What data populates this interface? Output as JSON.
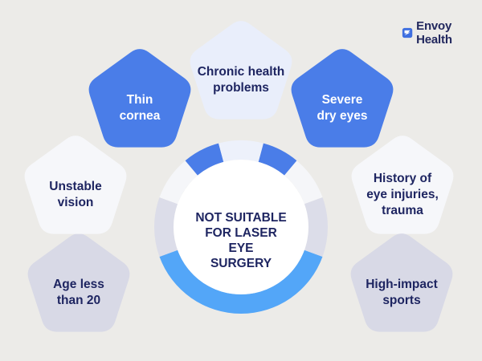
{
  "brand": {
    "name": "Envoy Health",
    "logo_icon": "envoy-health-logo-icon"
  },
  "center": {
    "label": "NOT SUITABLE\nFOR LASER EYE\nSURGERY"
  },
  "factors": [
    {
      "label": "Age less\nthan 20",
      "fill": "#d8d9e6",
      "text_color": "#1e2561"
    },
    {
      "label": "Unstable\nvision",
      "fill": "#f6f7fa",
      "text_color": "#1e2561"
    },
    {
      "label": "Thin\ncornea",
      "fill": "#4a7de8",
      "text_color": "#ffffff"
    },
    {
      "label": "Chronic health\nproblems",
      "fill": "#e9eefb",
      "text_color": "#1e2561"
    },
    {
      "label": "Severe\ndry eyes",
      "fill": "#4a7de8",
      "text_color": "#ffffff"
    },
    {
      "label": "History of\neye injuries,\ntrauma",
      "fill": "#f6f7fa",
      "text_color": "#1e2561"
    },
    {
      "label": "High-impact\nsports",
      "fill": "#d8d9e6",
      "text_color": "#1e2561"
    }
  ],
  "ring_colors": {
    "bottom_arc": "#53a6f8",
    "top_left_arc": "#4a7de8",
    "top_right_arc": "#4a7de8",
    "side_arc": "#dcdde9",
    "top_arc": "#edf1fb",
    "upper_side_arc": "#f5f6f9"
  }
}
